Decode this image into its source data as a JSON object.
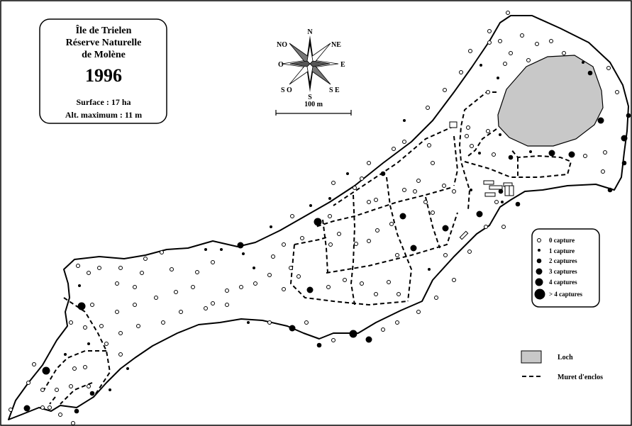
{
  "title": {
    "line1": "Île de Trielen",
    "line2": "Réserve Naturelle",
    "line3": "de Molène",
    "year": "1996",
    "surface": "Surface : 17 ha",
    "altitude": "Alt. maximum : 11 m"
  },
  "compass": {
    "n": "N",
    "ne": "NE",
    "e": "E",
    "se": "S E",
    "s": "S",
    "so": "S O",
    "o": "O",
    "no": "NO"
  },
  "scale_label": "100 m",
  "legend_captures": {
    "items": [
      "0 capture",
      "1 capture",
      "2 captures",
      "3 captures",
      "4 captures",
      "> 4 captures"
    ]
  },
  "legend_features": {
    "loch": "Loch",
    "wall": "Muret d'enclos"
  },
  "colors": {
    "loch": "#c8c8c8",
    "ink": "#000000",
    "background": "#ffffff"
  }
}
